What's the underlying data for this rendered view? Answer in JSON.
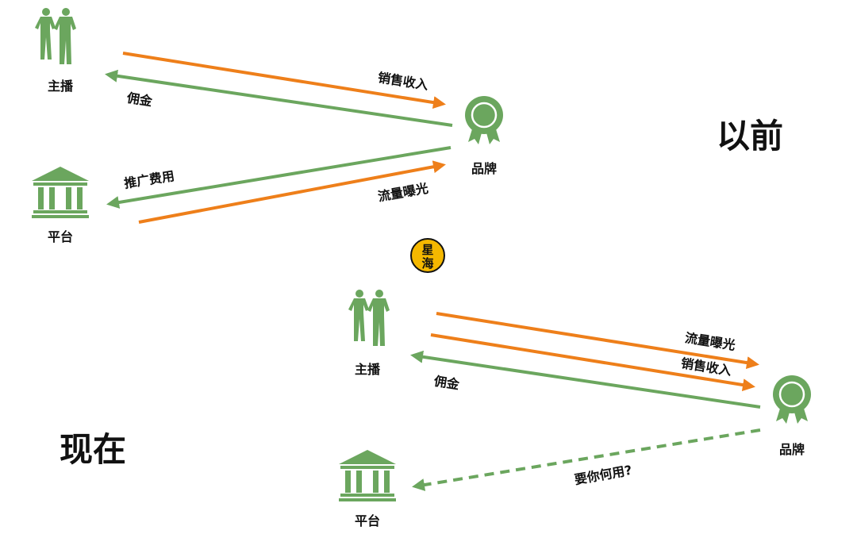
{
  "colors": {
    "orange": "#EE7F1A",
    "green": "#6BA65E",
    "logo": "#F5B800"
  },
  "logo": {
    "text": "星海"
  },
  "before": {
    "title": "以前",
    "nodes": {
      "streamer": "主播",
      "brand": "品牌",
      "platform": "平台"
    },
    "arrows": {
      "sales": "销售收入",
      "commission": "佣金",
      "promo_fee": "推广费用",
      "traffic": "流量曝光"
    }
  },
  "now": {
    "title": "现在",
    "nodes": {
      "streamer": "主播",
      "brand": "品牌",
      "platform": "平台"
    },
    "arrows": {
      "traffic": "流量曝光",
      "sales": "销售收入",
      "commission": "佣金",
      "useless": "要你何用?"
    }
  }
}
